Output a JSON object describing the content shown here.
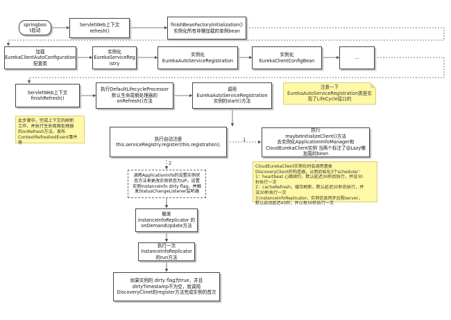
{
  "nodes": {
    "start": "springboo\nt启动",
    "servletweb_refresh_top": "ServletWeb上下文\nrefresh()",
    "finish_bean_factory": "finishBeanFactoryInitialization()\n实例化所有非懒加载的单例bean",
    "load_autoconfig": "加载\nEurekaClientAutoConfiguration\n配置类",
    "instantiate_registry": "实例化\nEurekaServiceReg\nistry",
    "instantiate_auto_reg": "实例化\nEurekaAutoServiceRegistration",
    "instantiate_config_bean": "实例化\nEurekaClientConfigBean",
    "ellipsis": "...",
    "finish_refresh": "ServletWeb上下文\nfinishRefresh()",
    "lifecycle_processor": "执行DefaultLifecycleProcessor\n默认生命周期处理器的\nonRefresh()方法",
    "call_start": "调用\nEurekaAutoServiceRegistration\n实例的start()方法",
    "auto_register": "执行自动注册\nthis.serviceRegistry.register(this.registration);",
    "maybe_init_client": "执行\nmaybeInitializeClient()方法\n去实例化ApplicationInfoManager和\nCloudEurekaClient实例 当两个标注了@Lazy懒加载的bean",
    "set_status_up": "调用ApplicationInfo的设置实例状\n态方法来更改实例状态为UP，设置\n实例InstanceInfo dirty flag，并触\n发StatusChangeListener监听器",
    "trigger_on_demand": "触发\ninstanceInfoReplicator 的\nonDemandUpdate方法",
    "run_replicator": "执行一次\nInstanceInfoReplicator\n的run方法",
    "register_if_dirty": "如果实例的 dirty flag为true，并且\ndirtyTimestamp不为空，就调用\nDiscoveryClinet的register方法完成实例的首次"
  },
  "notes": {
    "lifecycle_note": "此步骤中，完成上下文的刷新\n工作，并执行生命周期处理器\n的onRefresh方法，发布\nContextRefreshedEvent事件\n等",
    "smartlifecycle_note": "注意一下\nEurekaAutoServiceRegistration类是实\n现了LifeCycle接口的",
    "scheduler_note": "CloudEurekaClient实例化时会调用基类\nDiscoveryClient的构造器，从而初始化3个scheduler：\n1：heartbeat 心跳续约，默认延迟30秒后执行，并没30\n秒执行一次\n2：cacheRefresh，缓存刷新，默认延迟30秒后执行，并\n没30秒执行一次\n3:instanceInfoReplicator，实例信息同步远程server，\n默认启动延迟40秒，并以每30秒执行一次"
  },
  "edge_labels": {
    "step_one": "1",
    "step_two": "2"
  },
  "colors": {
    "note_fill": "#fff8a6",
    "line": "#555555"
  }
}
